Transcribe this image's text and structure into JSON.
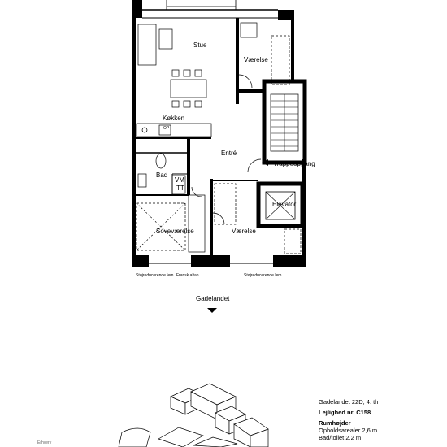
{
  "rooms": {
    "stue": "Stue",
    "vaerelse_top": "Værelse",
    "koekken": "Køkken",
    "entre": "Entré",
    "trappeopgang": "Trappeopgang",
    "bad": "Bad",
    "vm": "VM",
    "tt": "TT",
    "op": "OP",
    "elevator": "Elevator",
    "sovevaerelse": "Soveværelse",
    "vaerelse_bottom": "Værelse"
  },
  "annotations": {
    "stoj_left": "Støjreducerende lem",
    "fransk_altan": "Fransk altan",
    "stoj_right": "Støjreducerende lem",
    "street": "Gadelandet"
  },
  "info": {
    "address": "Gadelandet 22D, 4. th",
    "apartment": "Lejlighed nr. C158",
    "heights_title": "Rumhøjder",
    "opholdsarealer": "Opholdsarealer 2,6 m",
    "bad_toilet": "Bad/toilet 2,2 m"
  },
  "north_label": "Erhverv"
}
